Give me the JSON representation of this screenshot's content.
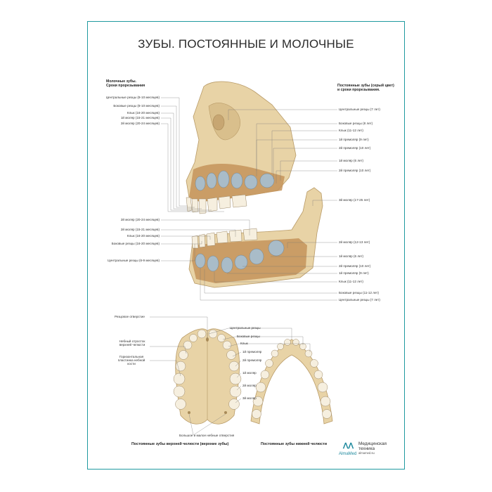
{
  "title": "ЗУБЫ. ПОСТОЯННЫЕ И МОЛОЧНЫЕ",
  "left_heading": [
    "Молочные зубы.",
    "Сроки прорезывания"
  ],
  "right_heading": [
    "Постоянные зубы (серый цвет)",
    "и сроки прорезывания."
  ],
  "left_upper_labels": [
    "Центральные резцы (8-10 месяцев)",
    "Боковые резцы (8-10 месяцев)",
    "Клык (16-20 месяцев)",
    "1й моляр (15-21 месяцев)",
    "2й моляр (20-24 месяцев)"
  ],
  "left_lower_labels": [
    "2й моляр (20-24 месяцев)",
    "2й моляр (15-21 месяцев)",
    "Клык (16-20 месяцев)",
    "Боковые резцы (16-20 месяцев)",
    "Центральные резцы (6-9 месяцев)"
  ],
  "right_upper_labels": [
    "Центральные резцы (7 лет)",
    "Боковые резцы (8 лет)",
    "Клык (11-12 лет)",
    "1й премоляр (9 лет)",
    "2й премоляр (10 лет)",
    "1й моляр (6 лет)",
    "2й премоляр (10 лет)"
  ],
  "right_mid_label": "3й моляр (17-25 лет)",
  "right_lower_labels": [
    "2й моляр (12-13 лет)",
    "1й моляр (6 лет)",
    "2й премоляр (10 лет)",
    "1й премоляр (9 лет)",
    "Клык (11-12 лет)",
    "Боковые резцы (11-12 лет)",
    "Центральные резцы (7 лет)"
  ],
  "bottom_left_labels": [
    "Резцовое отверстие",
    "Небный отросток верхней челюсти",
    "Горизонтальная пластинка небной кости"
  ],
  "bottom_center_labels": [
    "Центральные резцы",
    "Боковые резцы",
    "Клык",
    "1й премоляр",
    "2й премоляр",
    "1й моляр",
    "2й моляр",
    "3й моляр"
  ],
  "bottom_foramen_label": "Большое и малое небные отверстия",
  "caption_upper": "Постоянные зубы верхней челюсти (верхние зубы)",
  "caption_lower": "Постоянные зубы нижней челюсти",
  "logo": {
    "brand": "AlmaMed",
    "line1": "Медицинская",
    "line2": "техника",
    "url": "almamed.su"
  },
  "colors": {
    "border": "#1f9aa0",
    "bone": "#e8d3a6",
    "tooth": "#f6efdf",
    "permanent": "#a9bcc8",
    "accent": "#1f8a9e"
  }
}
